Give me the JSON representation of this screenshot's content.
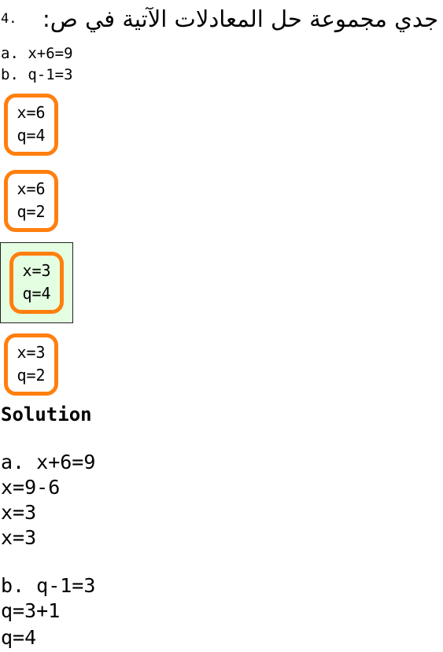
{
  "question": {
    "number": "4.",
    "prompt": "جدي مجموعة حل المعادلات الآتية في ص:",
    "equations": [
      "a. x+6=9",
      "b. q-1=3"
    ]
  },
  "options": [
    {
      "line1": "x=6",
      "line2": "q=4",
      "selected": false
    },
    {
      "line1": "x=6",
      "line2": "q=2",
      "selected": false
    },
    {
      "line1": "x=3",
      "line2": "q=4",
      "selected": true
    },
    {
      "line1": "x=3",
      "line2": "q=2",
      "selected": false
    }
  ],
  "solution": {
    "title": "Solution",
    "part_a": [
      "a. x+6=9",
      "x=9-6",
      "x=3",
      "x=3"
    ],
    "part_b": [
      "b. q-1=3",
      "q=3+1",
      "q=4"
    ]
  },
  "colors": {
    "option_border": "#ff7f0e",
    "selected_background": "#e4fee1"
  }
}
